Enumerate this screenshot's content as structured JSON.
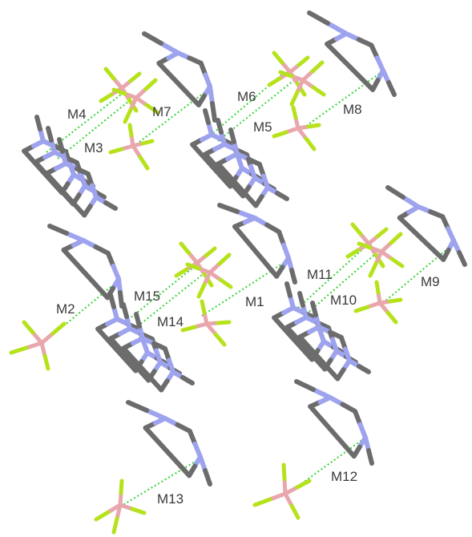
{
  "colors": {
    "carbon": "#6c6c6c",
    "nitrogen": "#9ea3ee",
    "boron": "#e8a7ac",
    "fluorine": "#b6e21c",
    "contact": "#33d633",
    "label": "#3a3a3a"
  },
  "labels": {
    "M1": "M1",
    "M2": "M2",
    "M3": "M3",
    "M4": "M4",
    "M5": "M5",
    "M6": "M6",
    "M7": "M7",
    "M8": "M8",
    "M9": "M9",
    "M10": "M10",
    "M11": "M11",
    "M12": "M12",
    "M13": "M13",
    "M14": "M14",
    "M15": "M15"
  }
}
